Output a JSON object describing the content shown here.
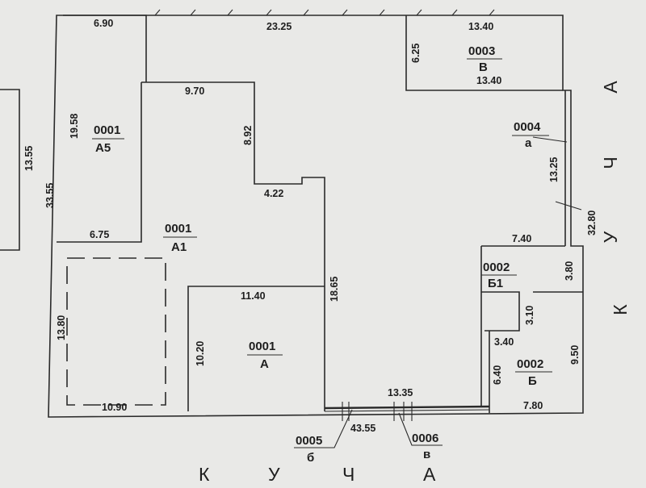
{
  "dimensions": {
    "top_left": "6.90",
    "top_mid": "23.25",
    "top_right_a": "13.40",
    "top_right_b": "13.40",
    "right_small": "6.25",
    "left_outer": "33.55",
    "left_inner": "19.58",
    "inner_top": "9.70",
    "inner_vert": "8.92",
    "notch": "4.22",
    "mid_left": "6.75",
    "mid_vert": "18.65",
    "room_top": "11.40",
    "room_left": "10.20",
    "dashed_vert": "13.80",
    "bottom_left": "10.90",
    "bottom_total": "43.55",
    "bottom_small": "13.35",
    "right_inner": "13.25",
    "right_outer": "32.80",
    "b1_top": "7.40",
    "b1_right": "3.80",
    "b1_vert": "3.10",
    "b1_low": "3.40",
    "b_left": "6.40",
    "b_right": "9.50",
    "b_bottom": "7.80",
    "far_left": "13.55"
  },
  "zones": {
    "a5": {
      "code": "0001",
      "letter": "А5"
    },
    "a1": {
      "code": "0001",
      "letter": "А1"
    },
    "a": {
      "code": "0001",
      "letter": "А"
    },
    "v": {
      "code": "0003",
      "letter": "В"
    },
    "a_small": {
      "code": "0004",
      "letter": "а"
    },
    "b1": {
      "code": "0002",
      "letter": "Б1"
    },
    "b": {
      "code": "0002",
      "letter": "Б"
    },
    "b_small": {
      "code": "0005",
      "letter": "б"
    },
    "v_small": {
      "code": "0006",
      "letter": "в"
    }
  },
  "street_bottom": [
    "К",
    "У",
    "Ч",
    "А"
  ],
  "street_right": [
    "А",
    "Ч",
    "У",
    "К"
  ]
}
